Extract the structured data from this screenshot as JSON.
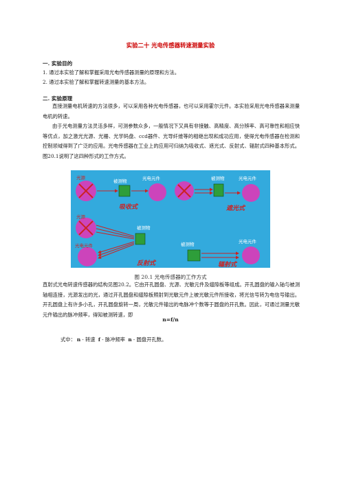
{
  "doc": {
    "title": "实验二十  光电传感器转速测量实验",
    "sec1": {
      "heading": "一. 实验目的",
      "items": [
        "1. 通过本实验了解和掌握采用光电传感器测量的原理和方法。",
        "2. 通过本实验了解和掌握转速测量的基本方法。"
      ]
    },
    "sec2": {
      "heading": "二. 实验原理",
      "para1": "直接测量电机转速的方法很多，可以采用各种光电传感器，也可以采用霍尔元件。本实验采用光电传感器来测量电机的转速。",
      "para2": "由于光电测量方法灵活多样，可测参数众多，一般情况下又具有非接触、高精度、高分辨率、高可靠性和相应快等优点，加之激光光源、光栅、光学码盘、ccd器件、光导纤维等的相继出现和成功应用，使得光电传感器在检测和控制领域得到了广泛的应用。光电传感器在工业上的应用可归纳为吸收式、遮光式、反射式、辐射式四种基本形式。图20.1说明了这四种形式的工作方式。"
    },
    "figure": {
      "caption": "图 20.1  光电传感器的工作方式",
      "labels": {
        "source": "光源",
        "object": "被测物",
        "element": "光电元件",
        "absorb": "吸收式",
        "block": "遮光式",
        "reflect": "反射式",
        "radiate": "辐射式"
      },
      "colors": {
        "background": "#33aadd",
        "circle": "#cc44bb",
        "box": "#2e9e3a",
        "arrow": "#cc2222"
      }
    },
    "para3": "直射式光电转速传感器的结构见图20.2。它由开孔圆盘、光源、光敏元件及缝隙板等组成。开孔圆盘的输入轴与被测轴相连接，光源发出的光，通过开孔圆盘和缝隙板照射到光敏元件上被光敏元件所接收，将光信号转为电信号输出。开孔圆盘上有许多小孔，开孔圆盘旋转一周，光敏元件输出的电脉冲个数等于圆盘的开孔数。因此，可通过测量光敏元件输出的脉冲频率，得知被测转速，即",
    "formula": "n=f/n",
    "where": {
      "prefix": "式中：",
      "v1": "n",
      "d1": "- 转速",
      "v2": "f",
      "d2": "- 脉冲频率",
      "v3": "n",
      "d3": "- 圆盘开孔数。"
    }
  }
}
